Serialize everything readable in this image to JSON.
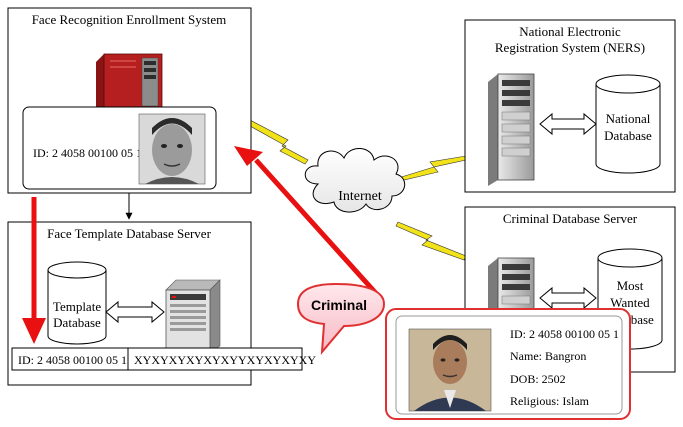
{
  "enrollment": {
    "title": "Face Recognition Enrollment System",
    "id_text": "ID: 2 4058 00100 05 1"
  },
  "ners": {
    "title_line1": "National Electronic",
    "title_line2": "Registration System (NERS)",
    "db_line1": "National",
    "db_line2": "Database"
  },
  "internet": {
    "label": "Internet"
  },
  "criminal_server": {
    "title": "Criminal Database Server",
    "db_line1": "Most",
    "db_line2": "Wanted",
    "db_line3": "Database"
  },
  "template_server": {
    "title": "Face Template Database Server",
    "db_line1": "Template",
    "db_line2": "Database",
    "record_id": "ID: 2 4058 00100 05 1",
    "record_template": "XYXYXYXYXYXYYXYXYXYXY"
  },
  "criminal_bubble": {
    "label": "Criminal"
  },
  "criminal_card": {
    "id": "ID: 2 4058 00100 05 1",
    "name": "Name: Bangron",
    "dob": "DOB: 2502",
    "religious": "Religious: Islam"
  },
  "colors": {
    "arrow_red": "#e81010",
    "lightning": "#f2e21a",
    "card_border": "#e03030",
    "bubble_text": "#e0007a"
  }
}
